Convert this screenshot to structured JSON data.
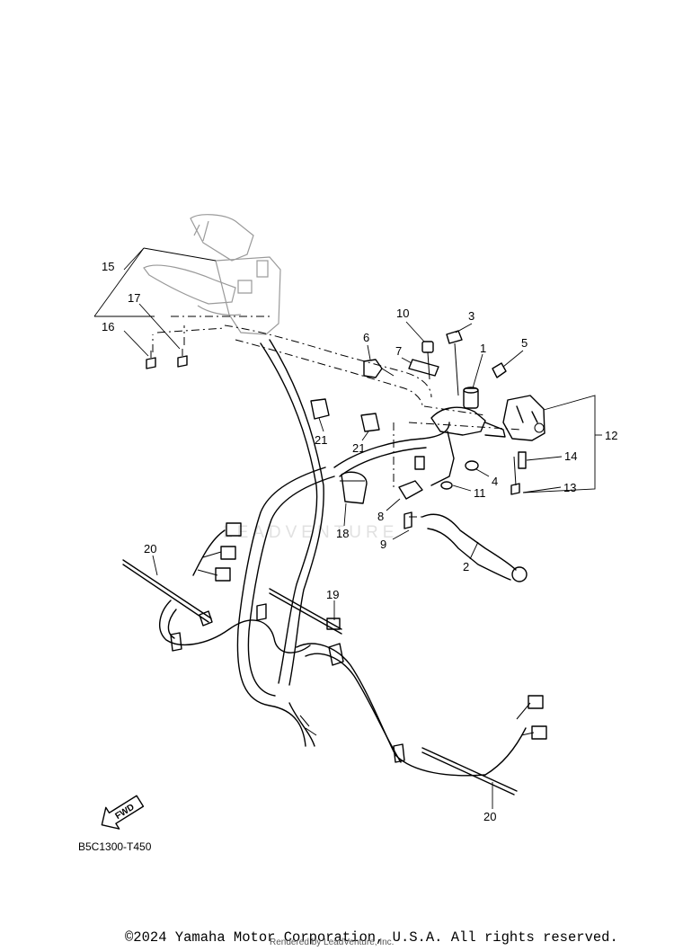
{
  "diagram": {
    "code": "B5C1300-T450",
    "fwd_label": "FWD",
    "watermark": "LEADVENTURE",
    "callouts": [
      "1",
      "2",
      "3",
      "4",
      "5",
      "6",
      "7",
      "8",
      "9",
      "10",
      "11",
      "12",
      "13",
      "14",
      "15",
      "16",
      "17",
      "18",
      "19",
      "20",
      "20",
      "21",
      "21"
    ]
  },
  "footer": {
    "copyright": "©2024 Yamaha Motor Corporation, U.S.A. All rights reserved.",
    "rendered_by": "Rendered by LeadVenture, Inc."
  }
}
